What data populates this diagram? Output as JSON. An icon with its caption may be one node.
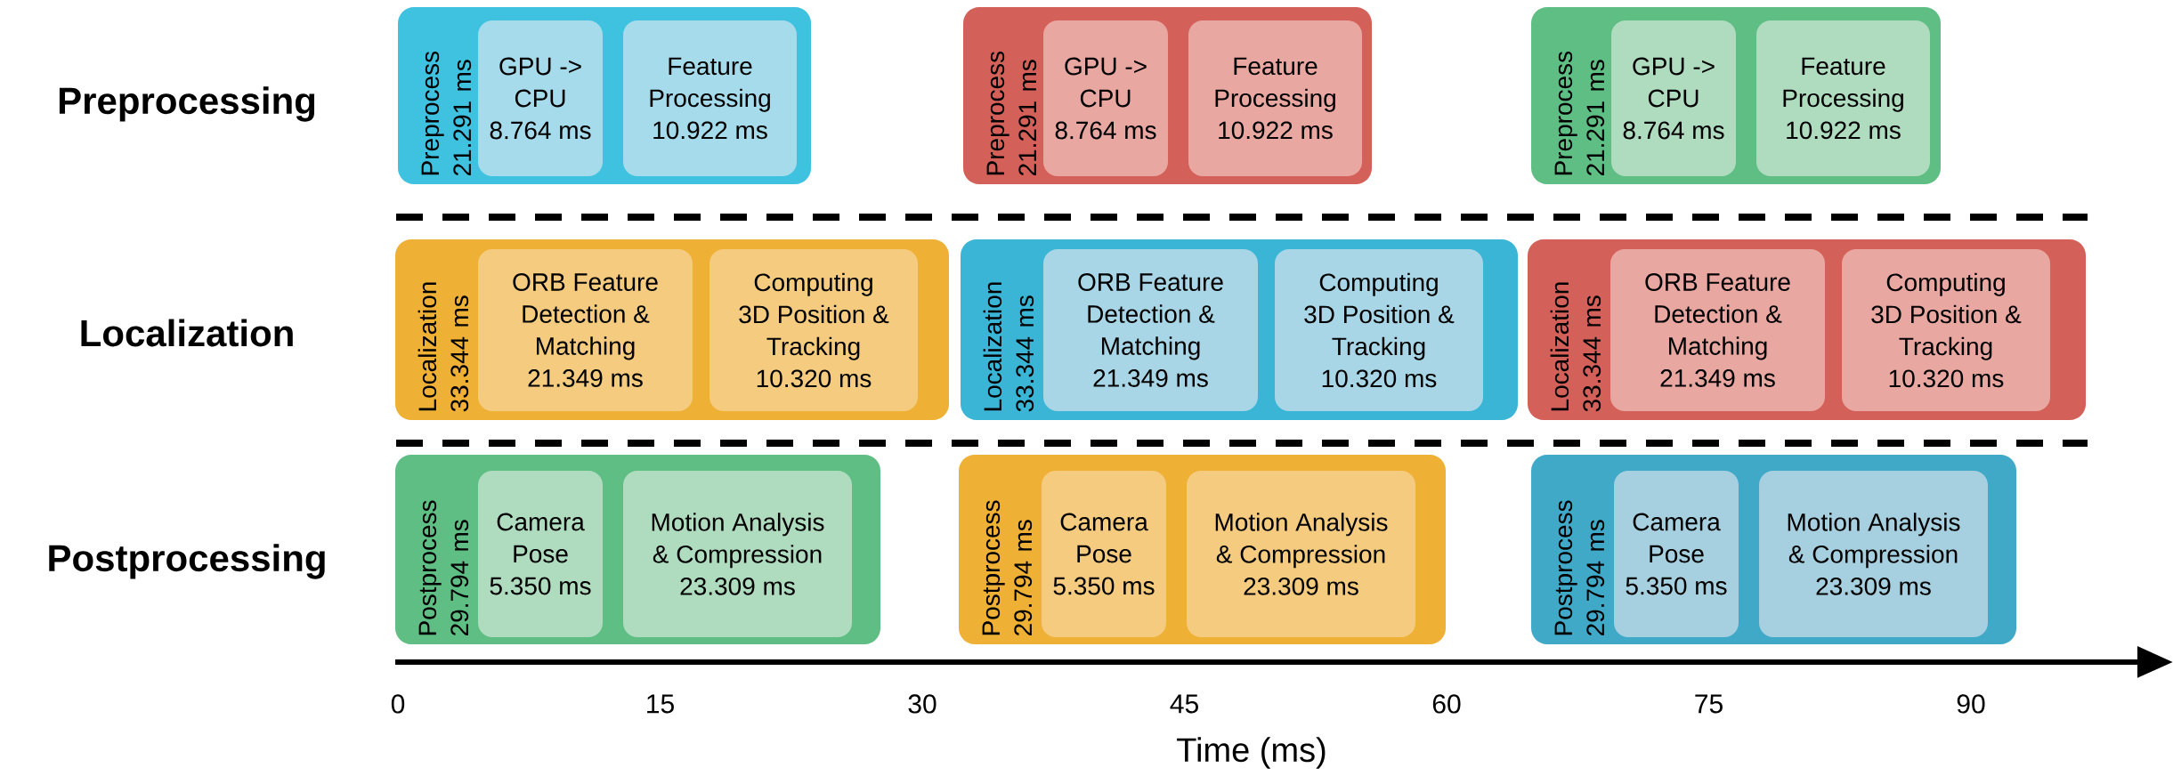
{
  "diagram": {
    "nodes": [
      {
        "text": [
          "Preprocess 21.291 ms"
        ]
      },
      {
        "text": [
          "GPU -> CPU 8.764 ms"
        ],
        "in": 0
      },
      {
        "text": [
          "Feature Processing 10.922 ms"
        ],
        "in": 0
      },
      {
        "text": [
          "Preprocess 21.291 ms"
        ]
      },
      {
        "text": [
          "GPU -> CPU 8.764 ms"
        ],
        "in": 3
      },
      {
        "text": [
          "Feature Processing 10.922 ms"
        ],
        "in": 3
      },
      {
        "text": [
          "Preprocess 21.291 ms"
        ]
      },
      {
        "text": [
          "GPU -> CPU 8.764 ms"
        ],
        "in": 6
      },
      {
        "text": [
          "Feature Processing 10.922 ms"
        ],
        "in": 6
      },
      {
        "text": [
          "Localization 33.344 ms"
        ]
      },
      {
        "text": [
          "ORB Feature Detection & Matching 21.349 ms"
        ],
        "in": 9
      },
      {
        "text": [
          "Computing 3D Position & Tracking 10.320 ms"
        ],
        "in": 9
      },
      {
        "text": [
          "Localization 33.344 ms"
        ]
      },
      {
        "text": [
          "ORB Feature Detection & Matching 21.349 ms"
        ],
        "in": 12
      },
      {
        "text": [
          "Computing 3D Position & Tracking 10.320 ms"
        ],
        "in": 12
      },
      {
        "text": [
          "Localization 33.344 ms"
        ]
      },
      {
        "text": [
          "ORB Feature Detection & Matching 21.349 ms"
        ],
        "in": 15
      },
      {
        "text": [
          "Computing 3D Position & Tracking 10.320 ms"
        ],
        "in": 15
      },
      {
        "text": [
          "Postprocess 29.794 ms"
        ]
      },
      {
        "text": [
          "Camera Pose 5.350 ms"
        ],
        "in": 18
      },
      {
        "text": [
          "Motion Analysis & Compression 23.309 ms"
        ],
        "in": 18
      },
      {
        "text": [
          "Postprocess 29.794 ms"
        ]
      },
      {
        "text": [
          "Camera Pose 5.350 ms"
        ],
        "in": 21
      },
      {
        "text": [
          "Motion Analysis & Compression 23.309 ms"
        ],
        "in": 21
      },
      {
        "text": [
          "Postprocess 29.794 ms"
        ]
      },
      {
        "text": [
          "Camera Pose 5.350 ms"
        ],
        "in": 24
      },
      {
        "text": [
          "Motion Analysis & Compression 23.309 ms"
        ],
        "in": 24
      }
    ],
    "labels": [
      "Preprocessing",
      "Localization",
      "Postprocessing",
      "0",
      "15",
      "30",
      "45",
      "60",
      "75",
      "90",
      "Time (ms)"
    ]
  }
}
